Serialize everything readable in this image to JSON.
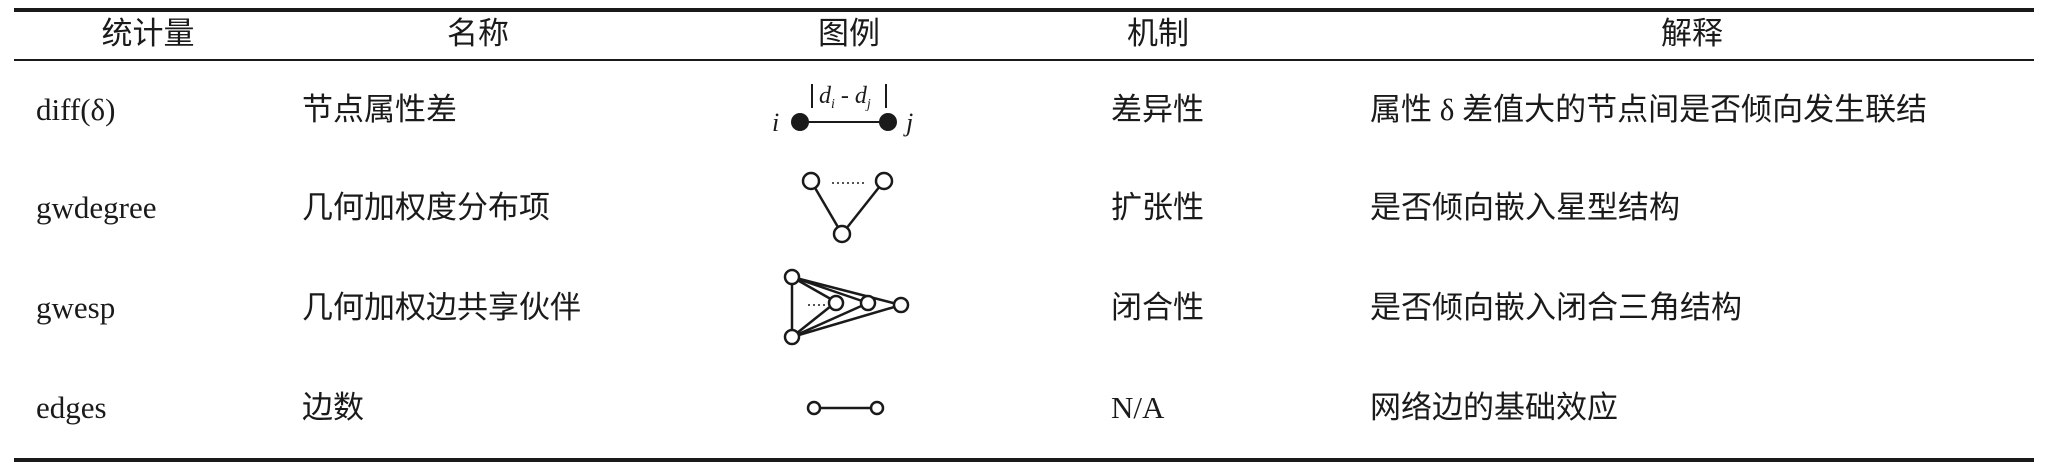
{
  "headers": [
    "统计量",
    "名称",
    "图例",
    "机制",
    "解释"
  ],
  "rows": [
    {
      "stat": "diff(δ)",
      "name": "节点属性差",
      "mechanism": "差异性",
      "explanation": "属性 δ 差值大的节点间是否倾向发生联结",
      "legend": {
        "left_label": "i",
        "right_label": "j",
        "top_label_d1": "d",
        "top_sub_i": "i",
        "top_sep": " - ",
        "top_label_d2": "d",
        "top_sub_j": "j"
      }
    },
    {
      "stat": "gwdegree",
      "name": "几何加权度分布项",
      "mechanism": "扩张性",
      "explanation": "是否倾向嵌入星型结构"
    },
    {
      "stat": "gwesp",
      "name": "几何加权边共享伙伴",
      "mechanism": "闭合性",
      "explanation": "是否倾向嵌入闭合三角结构"
    },
    {
      "stat": "edges",
      "name": "边数",
      "mechanism": "N/A",
      "explanation": "网络边的基础效应"
    }
  ]
}
